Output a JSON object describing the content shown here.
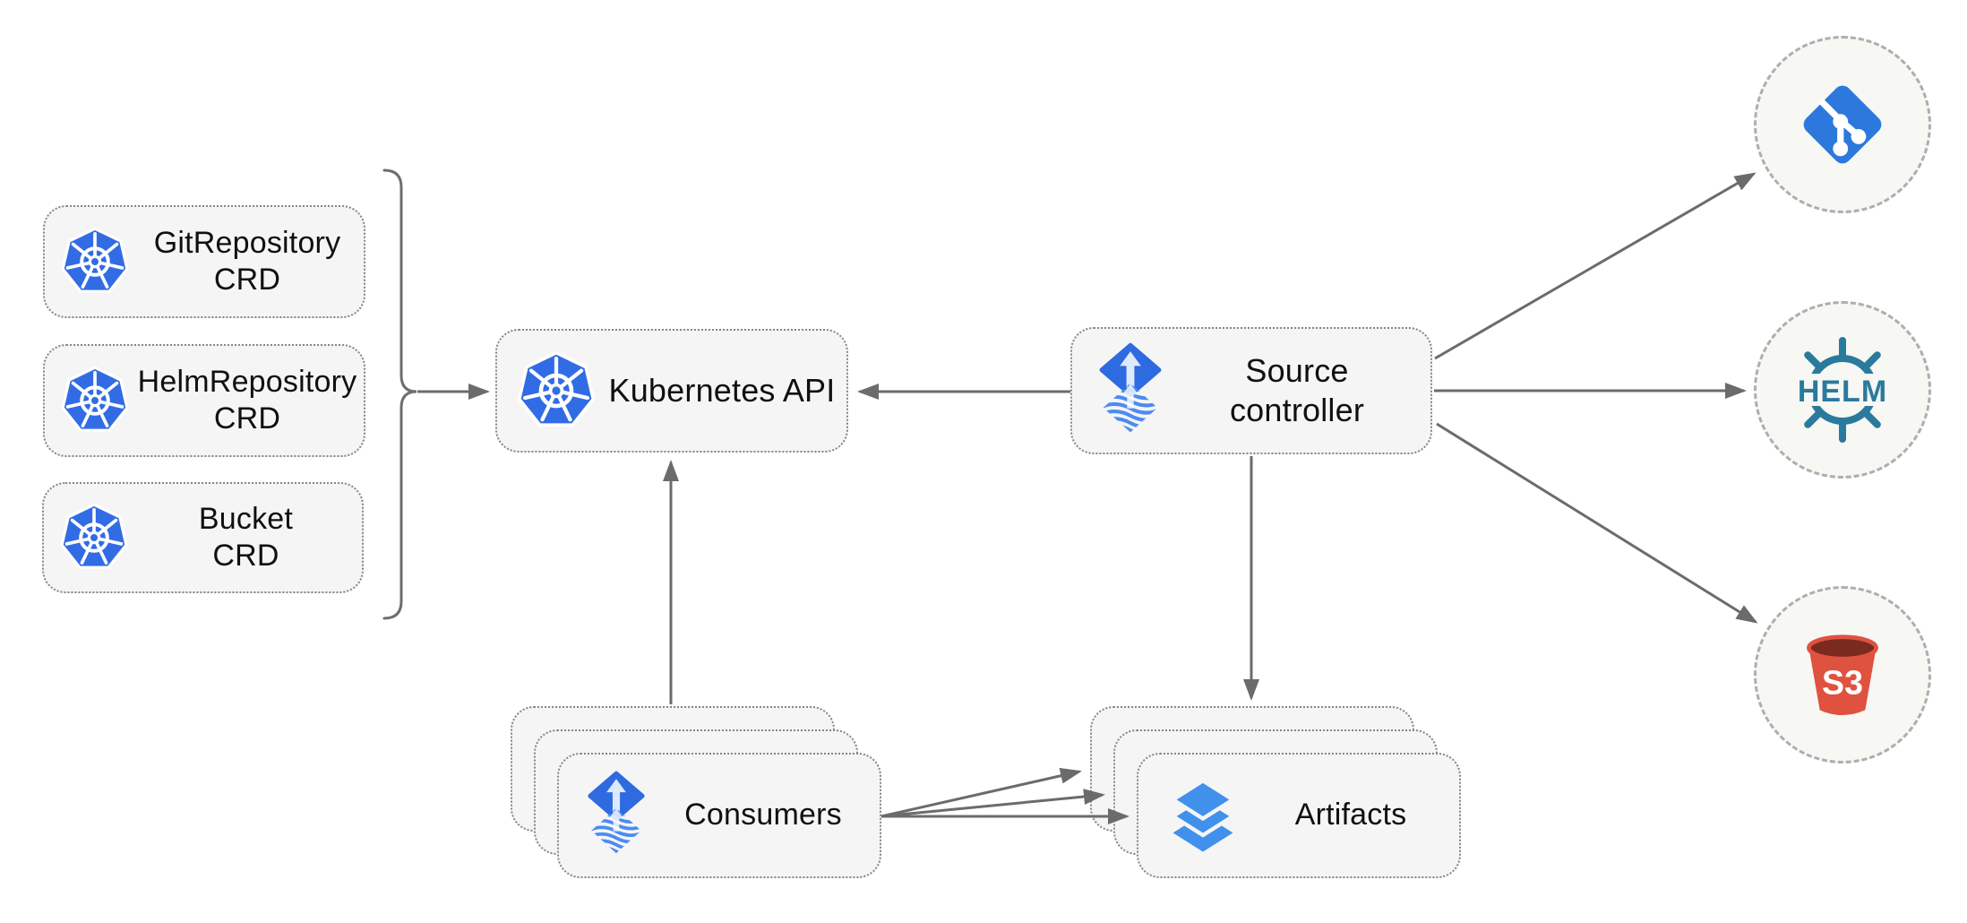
{
  "diagram": {
    "crds": [
      {
        "line1": "GitRepository",
        "line2": "CRD",
        "icon": "kubernetes-icon"
      },
      {
        "line1": "HelmRepository",
        "line2": "CRD",
        "icon": "kubernetes-icon"
      },
      {
        "line1": "Bucket",
        "line2": "CRD",
        "icon": "kubernetes-icon"
      }
    ],
    "kubernetes_api": {
      "label": "Kubernetes API",
      "icon": "kubernetes-icon"
    },
    "source_controller": {
      "line1": "Source",
      "line2": "controller",
      "icon": "flux-icon"
    },
    "consumers": {
      "label": "Consumers",
      "icon": "flux-icon"
    },
    "artifacts": {
      "label": "Artifacts",
      "icon": "artifacts-icon"
    },
    "externals": {
      "git": {
        "name": "git repository",
        "icon": "git-icon"
      },
      "helm": {
        "name": "helm repository",
        "icon": "helm-icon",
        "label": "HELM"
      },
      "s3": {
        "name": "s3 bucket",
        "icon": "s3-bucket-icon",
        "label": "S3"
      }
    },
    "colors": {
      "kubernetes_blue": "#326CE5",
      "flux_blue": "#2E6AE0",
      "flux_wave_blue": "#4C8BF2",
      "git_blue": "#2D78DD",
      "helm_teal": "#2A7A9D",
      "s3_red": "#DF5240",
      "s3_dark_red": "#7A2B1E",
      "artifact_blue": "#4191EC",
      "arrow_gray": "#6B6B6B",
      "node_fill": "#F5F5F5",
      "circle_fill": "#F7F7F4"
    }
  }
}
